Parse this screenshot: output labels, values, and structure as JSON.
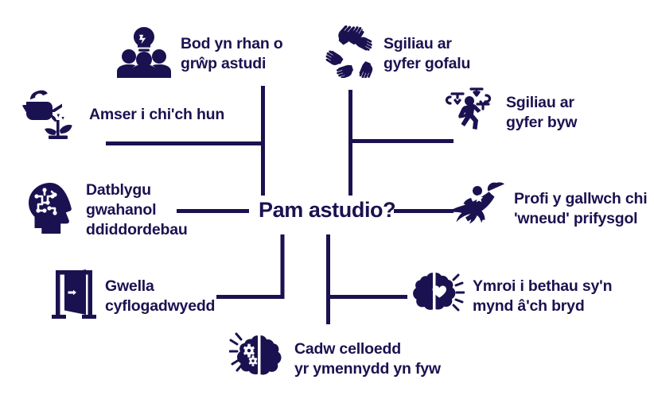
{
  "diagram": {
    "title": "Pam astudio?",
    "accent_color": "#1a1250",
    "background_color": "#ffffff",
    "type": "radial-mind-map",
    "center": {
      "label": "Pam astudio?"
    },
    "branches": [
      {
        "id": "grwp-astudi",
        "icon": "group-people-lightbulb-icon",
        "label": "Bod yn rhan o\ngrŵp astudi"
      },
      {
        "id": "amser-chich-hun",
        "icon": "watering-can-plant-icon",
        "label": "Amser i chi'ch hun"
      },
      {
        "id": "diddordebau",
        "icon": "head-neural-network-icon",
        "label": "Datblygu\ngwahanol\nddiddordebau"
      },
      {
        "id": "cyflogadwyedd",
        "icon": "open-door-icon",
        "label": "Gwella\ncyflogadwyedd"
      },
      {
        "id": "celloedd",
        "icon": "brain-gears-icon",
        "label": "Cadw celloedd\nyr ymennydd yn fyw"
      },
      {
        "id": "ymroi",
        "icon": "brain-heart-icon",
        "label": "Ymroi i bethau sy'n\nmynd â'ch bryd"
      },
      {
        "id": "profi",
        "icon": "superhero-flying-icon",
        "label": "Profi y gallwch chi\n'wneud' prifysgol"
      },
      {
        "id": "sgiliau-byw",
        "icon": "person-juggling-icon",
        "label": "Sgiliau ar\ngyfer byw"
      },
      {
        "id": "sgiliau-gofalu",
        "icon": "hands-circle-icon",
        "label": "Sgiliau ar\ngyfer gofalu"
      }
    ]
  }
}
